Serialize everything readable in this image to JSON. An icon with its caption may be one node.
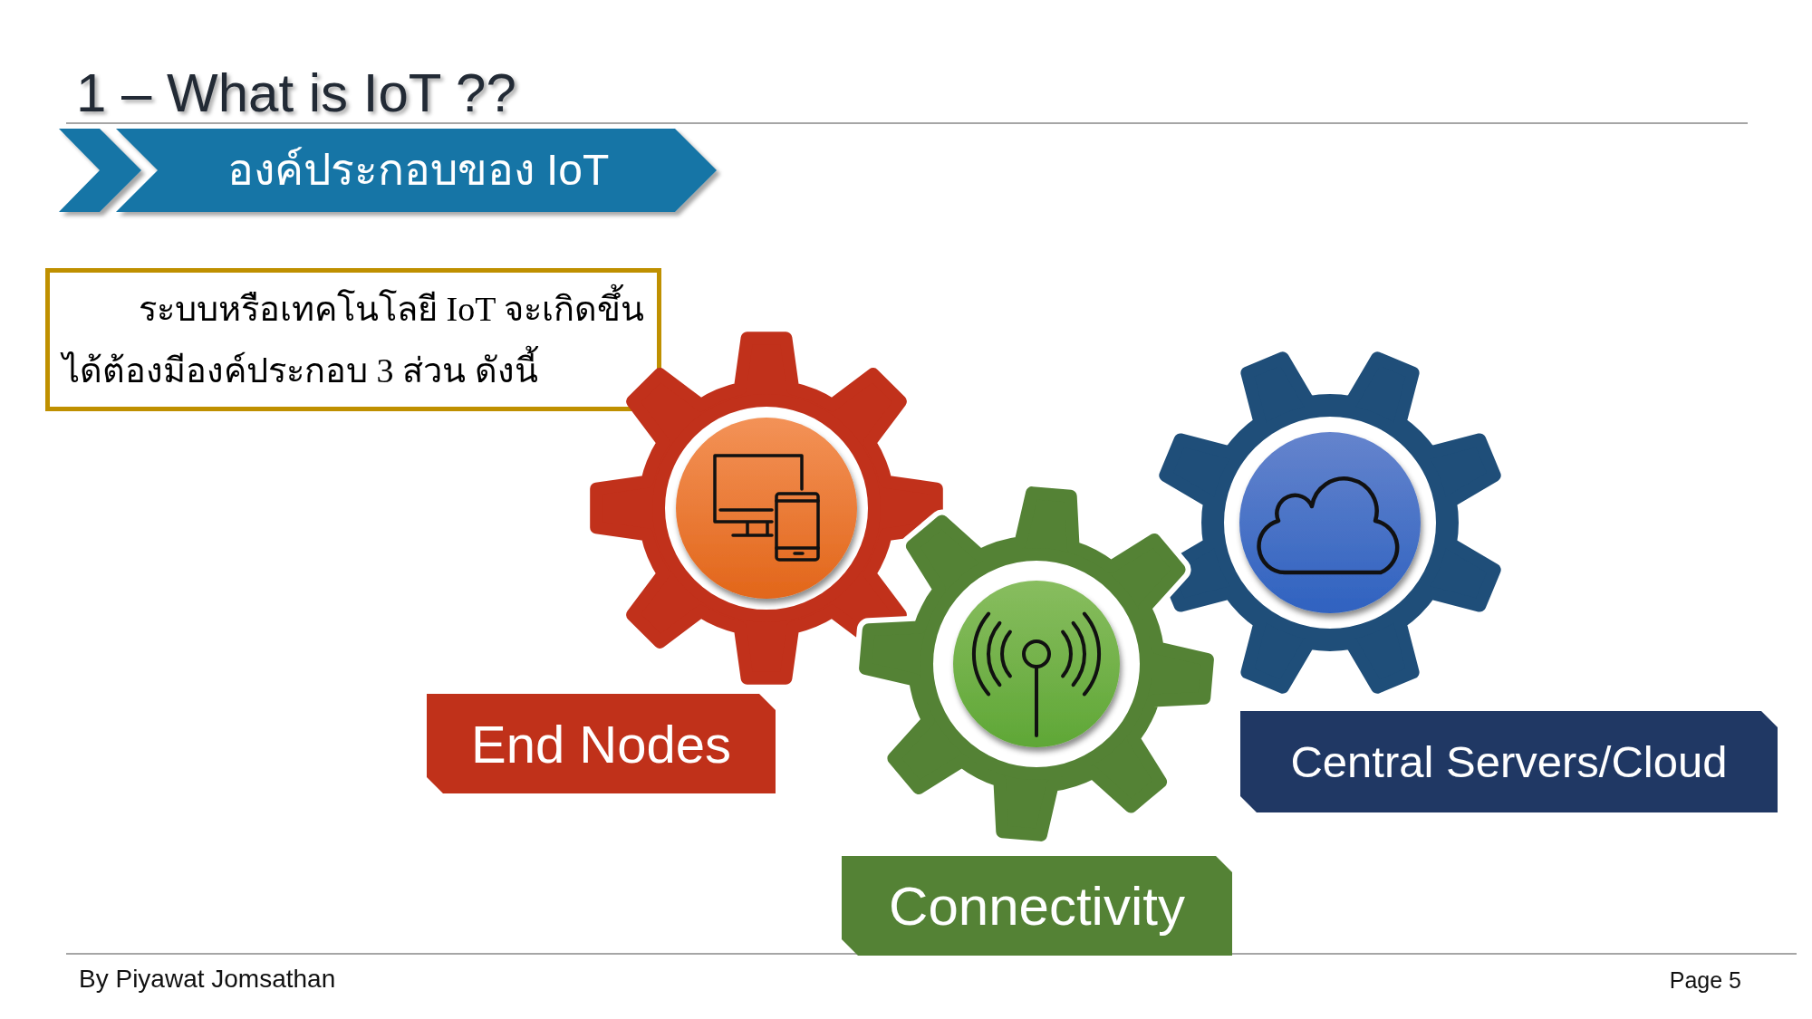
{
  "diagram": {
    "title": "1 – What is IoT ??",
    "nodes": [
      {
        "text": [
          "องค์ประกอบของ IoT"
        ]
      },
      {
        "text": [
          "ระบบหรือเทคโนโลยี IoT จะเกิดขึ้นได้ต้องมีองค์ประกอบ 3 ส่วน ดังนี้"
        ]
      },
      {
        "text": [
          "End Nodes"
        ]
      },
      {
        "text": [
          "Connectivity"
        ]
      },
      {
        "text": [
          "Central Servers/Cloud"
        ]
      }
    ],
    "labels": [
      "By Piyawat Jomsathan",
      "Page 5"
    ]
  }
}
